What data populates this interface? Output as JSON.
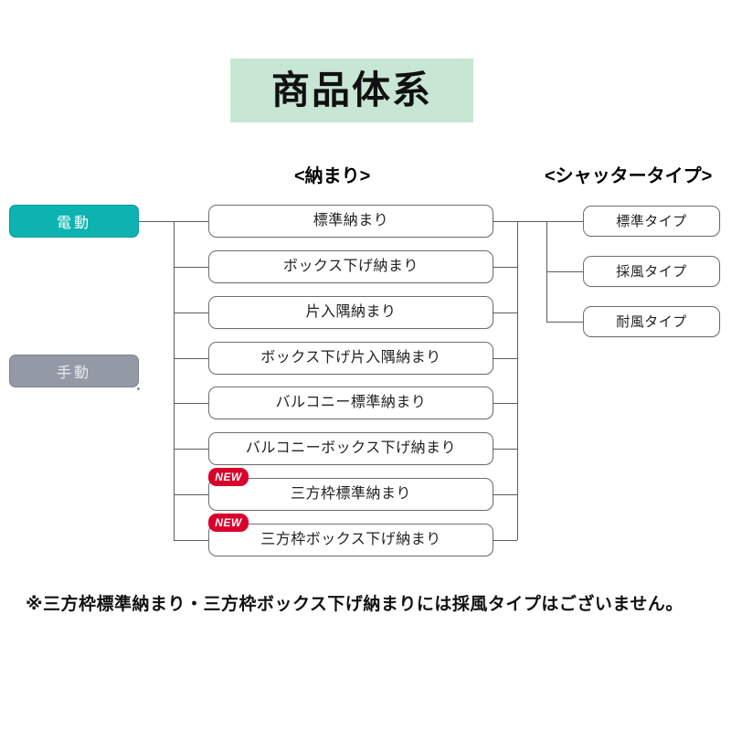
{
  "title": {
    "text": "商品体系",
    "background_color": "#c8e6d4"
  },
  "columns": {
    "osamari_header": "<納まり>",
    "shutter_header": "<シャッタータイプ>"
  },
  "categories": [
    {
      "label": "電動",
      "color": "#0cb3b0",
      "text_color": "#ffffff"
    },
    {
      "label": "手動",
      "color": "#949aa5",
      "text_color": "#e8ebee"
    }
  ],
  "osamari_items": [
    {
      "label": "標準納まり",
      "is_new": false
    },
    {
      "label": "ボックス下げ納まり",
      "is_new": false
    },
    {
      "label": "片入隅納まり",
      "is_new": false
    },
    {
      "label": "ボックス下げ片入隅納まり",
      "is_new": false
    },
    {
      "label": "バルコニー標準納まり",
      "is_new": false
    },
    {
      "label": "バルコニーボックス下げ納まり",
      "is_new": false
    },
    {
      "label": "三方枠標準納まり",
      "is_new": true
    },
    {
      "label": "三方枠ボックス下げ納まり",
      "is_new": true
    }
  ],
  "new_badge_label": "NEW",
  "shutter_types": [
    {
      "label": "標準タイプ"
    },
    {
      "label": "採風タイプ"
    },
    {
      "label": "耐風タイプ"
    }
  ],
  "footnote": "※三方枠標準納まり・三方枠ボックス下げ納まりには採風タイプはございません。",
  "colors": {
    "accent_teal": "#0cb3b0",
    "gray_button": "#949aa5",
    "title_green": "#c8e6d4",
    "new_red": "#d9002b",
    "line": "#5c5c5c",
    "box_border": "#6f6f6f"
  }
}
